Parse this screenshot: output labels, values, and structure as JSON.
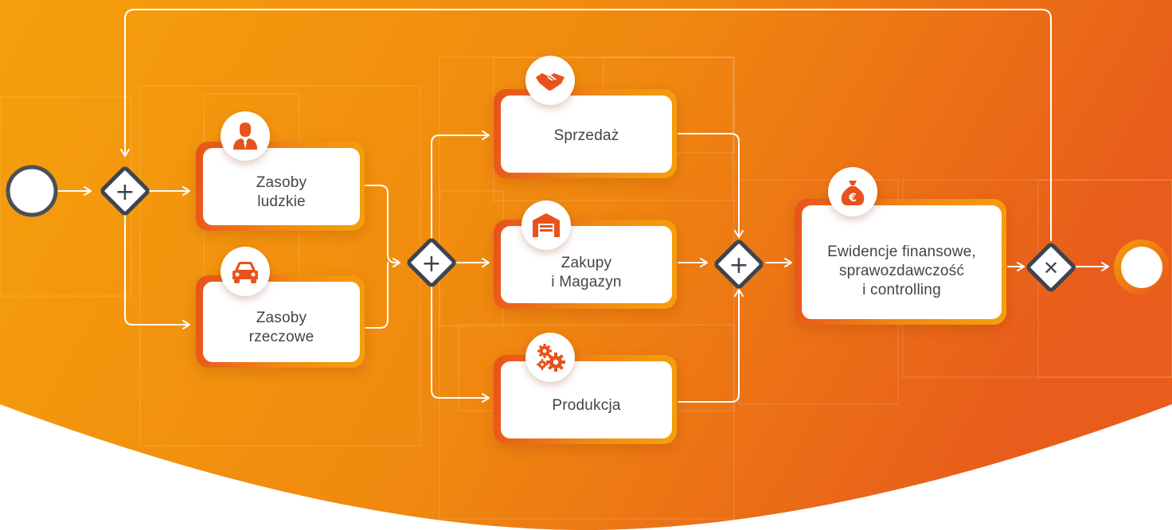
{
  "diagram": {
    "tasks": {
      "zasoby_ludzkie": {
        "line1": "Zasoby",
        "line2": "ludzkie",
        "icon": "person-icon"
      },
      "zasoby_rzeczowe": {
        "line1": "Zasoby",
        "line2": "rzeczowe",
        "icon": "car-icon"
      },
      "sprzedaz": {
        "line1": "Sprzedaż",
        "icon": "handshake-icon"
      },
      "zakupy": {
        "line1": "Zakupy",
        "line2": "i Magazyn",
        "icon": "warehouse-icon"
      },
      "produkcja": {
        "line1": "Produkcja",
        "icon": "gears-icon"
      },
      "ewidencje": {
        "line1": "Ewidencje finansowe,",
        "line2": "sprawozdawczość",
        "line3": "i controlling",
        "icon": "money-bag-icon"
      }
    },
    "gateways": {
      "parallel_symbol": "+",
      "exclusive_symbol": "✕"
    },
    "colors": {
      "gradient_start": "#f5a00c",
      "gradient_end": "#e85d1b",
      "accent": "#e8521c",
      "connector": "#ffffff",
      "gateway_border": "#3d4450"
    }
  }
}
